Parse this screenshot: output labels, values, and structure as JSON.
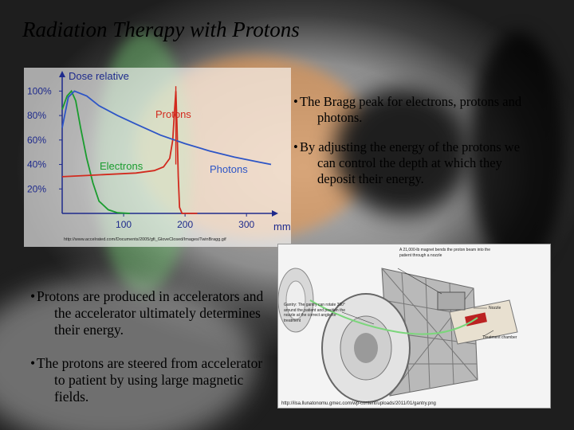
{
  "slide": {
    "title": "Radiation Therapy with Protons"
  },
  "chart_data": {
    "type": "line",
    "ylabel": "Dose relative",
    "xlabel": "mm",
    "x_ticks": [
      100,
      200,
      300
    ],
    "y_ticks": [
      "20%",
      "40%",
      "60%",
      "80%",
      "100%"
    ],
    "xlim": [
      0,
      340
    ],
    "ylim": [
      0,
      110
    ],
    "series": [
      {
        "name": "Electrons",
        "color": "#1a9c2e",
        "points": [
          [
            0,
            85
          ],
          [
            8,
            96
          ],
          [
            15,
            100
          ],
          [
            22,
            92
          ],
          [
            30,
            70
          ],
          [
            40,
            45
          ],
          [
            50,
            25
          ],
          [
            60,
            10
          ],
          [
            75,
            3
          ],
          [
            90,
            0.5
          ],
          [
            110,
            0
          ]
        ]
      },
      {
        "name": "Protons",
        "color": "#d22a1e",
        "points": [
          [
            0,
            30
          ],
          [
            40,
            31
          ],
          [
            80,
            32
          ],
          [
            120,
            33
          ],
          [
            150,
            35
          ],
          [
            165,
            38
          ],
          [
            175,
            45
          ],
          [
            180,
            60
          ],
          [
            183,
            85
          ],
          [
            185,
            100
          ],
          [
            187,
            70
          ],
          [
            189,
            30
          ],
          [
            191,
            5
          ],
          [
            195,
            0
          ],
          [
            220,
            0
          ]
        ]
      },
      {
        "name": "Photons",
        "color": "#2d55c6",
        "points": [
          [
            0,
            70
          ],
          [
            10,
            95
          ],
          [
            20,
            100
          ],
          [
            40,
            96
          ],
          [
            60,
            88
          ],
          [
            90,
            80
          ],
          [
            120,
            73
          ],
          [
            160,
            64
          ],
          [
            200,
            57
          ],
          [
            240,
            51
          ],
          [
            280,
            46
          ],
          [
            320,
            42
          ],
          [
            340,
            40
          ]
        ]
      }
    ]
  },
  "chart_source": "http://www.accelrated.com/Documents/2005/gfi_GloveClosed/Images/TwinBragg.gif",
  "bullets_top": [
    {
      "mark": "•",
      "text": "The Bragg peak for electrons, protons and photons."
    },
    {
      "mark": "•",
      "text": "By adjusting the energy of the protons we can control the depth at which they deposit their energy."
    }
  ],
  "bullets_bottom": [
    {
      "mark": "•",
      "text": "Protons are produced in accelerators and the accelerator ultimately determines their energy."
    },
    {
      "mark": "•",
      "text": "The protons are steered from accelerator to patient by using large magnetic fields."
    }
  ],
  "gantry_figure": {
    "source": "http://ilsa.llunatonomu.gmec.com/wp-content/uploads/2011/01/gantry.png",
    "labels": {
      "magnet": "A 21,000-lb magnet bends the proton beam into the patient through a nozzle",
      "gantry": "Gantry: The gantry can rotate 360° around the patient and position the nozzle at the correct angle for treatment",
      "nozzle": "Nozzle",
      "chamber": "Treatment chamber"
    }
  }
}
